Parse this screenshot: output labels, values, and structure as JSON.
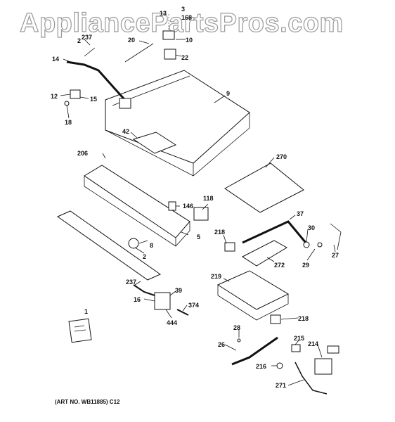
{
  "watermark": "AppliancePartsPros.com",
  "art_number": "(ART NO. WB11885) C12",
  "part_labels": {
    "l3": "3",
    "l13": "13",
    "l168": "168",
    "l2a": "2",
    "l237a": "237",
    "l20": "20",
    "l10": "10",
    "l22": "22",
    "l14": "14",
    "l12": "12",
    "l15": "15",
    "l18": "18",
    "l9": "9",
    "l42": "42",
    "l206": "206",
    "l270": "270",
    "l118": "118",
    "l146": "146",
    "l37": "37",
    "l218a": "218",
    "l30": "30",
    "l5": "5",
    "l8": "8",
    "l2b": "2",
    "l272": "272",
    "l27": "27",
    "l29": "29",
    "l237b": "237",
    "l39": "39",
    "l16": "16",
    "l374": "374",
    "l444": "444",
    "l219": "219",
    "l218b": "218",
    "l1": "1",
    "l28": "28",
    "l26": "26",
    "l215": "215",
    "l214": "214",
    "l216": "216",
    "l271": "271"
  }
}
